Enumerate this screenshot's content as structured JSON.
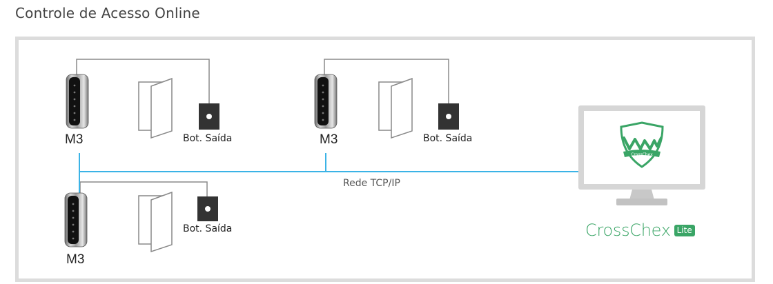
{
  "title": "Controle de Acesso Online",
  "devices": [
    {
      "model": "M3",
      "exit_button": "Bot. Saída"
    },
    {
      "model": "M3",
      "exit_button": "Bot. Saída"
    },
    {
      "model": "M3",
      "exit_button": "Bot. Saída"
    }
  ],
  "network_label": "Rede TCP/IP",
  "software": {
    "name": "CrossChex",
    "edition": "Lite",
    "logo_text": "CrossChex"
  },
  "colors": {
    "network": "#3bb3e6",
    "brand": "#3aa566",
    "wiring": "#8a8a8a",
    "frame": "#dcdcdc"
  }
}
